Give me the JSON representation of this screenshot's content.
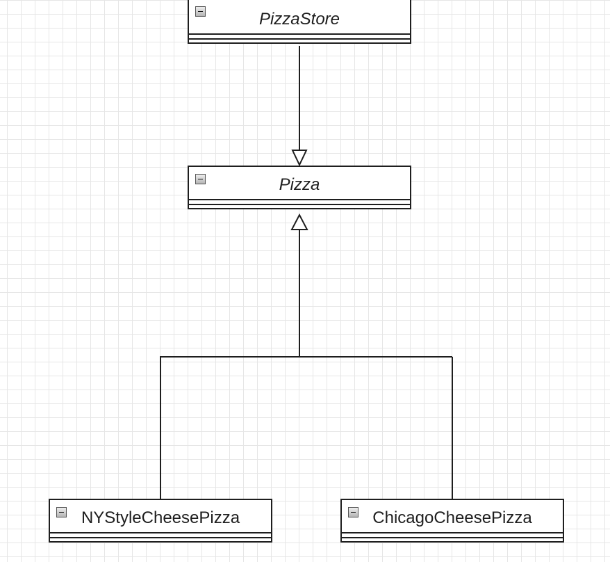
{
  "diagram": {
    "grid_color": "#e6e6e6",
    "line_color": "#1e1e1e",
    "classes": {
      "pizza_store": {
        "name": "PizzaStore",
        "abstract": true
      },
      "pizza": {
        "name": "Pizza",
        "abstract": true
      },
      "ny_style_cheese_pizza": {
        "name": "NYStyleCheesePizza",
        "abstract": false
      },
      "chicago_cheese_pizza": {
        "name": "ChicagoCheesePizza",
        "abstract": false
      }
    },
    "relationships": [
      {
        "from": "PizzaStore",
        "to": "Pizza",
        "type": "association-hollow-arrow"
      },
      {
        "from": "NYStyleCheesePizza",
        "to": "Pizza",
        "type": "generalization"
      },
      {
        "from": "ChicagoCheesePizza",
        "to": "Pizza",
        "type": "generalization"
      }
    ]
  }
}
